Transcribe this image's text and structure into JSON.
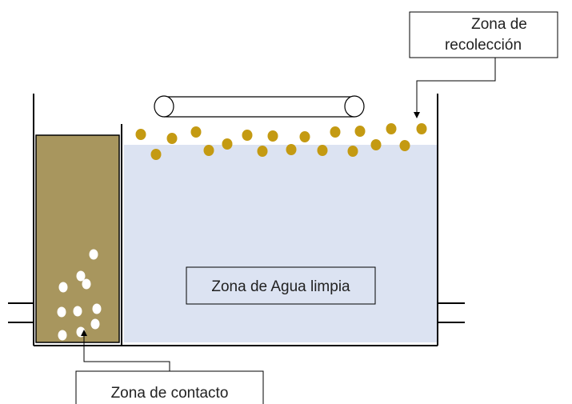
{
  "labels": {
    "collection_line1": "Zona de",
    "collection_line2": "recolección",
    "clean_water": "Zona de Agua limpia",
    "contact": "Zona de contacto"
  },
  "colors": {
    "water": "#dce3f2",
    "contact_zone": "#a8965e",
    "floating_particle": "#c49a12",
    "settled_particle": "#ffffff",
    "line": "#000000"
  }
}
